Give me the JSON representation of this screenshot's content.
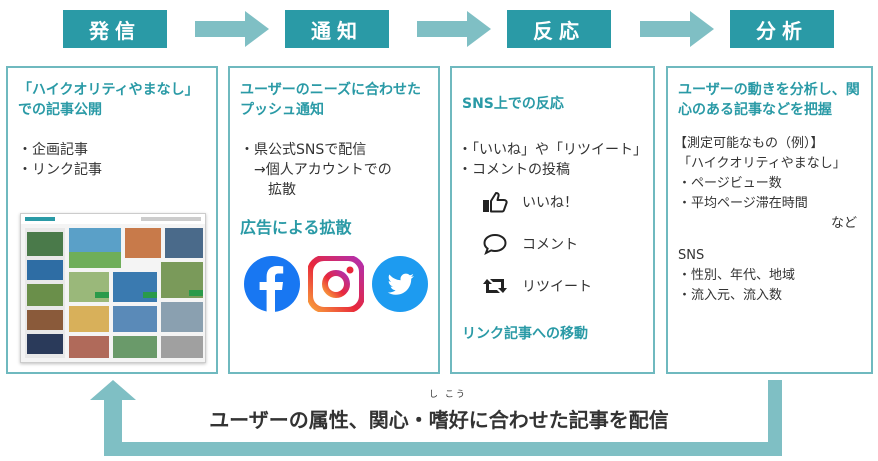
{
  "stages": [
    "発信",
    "通知",
    "反応",
    "分析"
  ],
  "panel1": {
    "heading": "「ハイクオリティやまなし」での記事公開",
    "items": [
      "・企画記事",
      "・リンク記事"
    ]
  },
  "panel2": {
    "heading": "ユーザーのニーズに合わせたプッシュ通知",
    "items": "・県公式SNSで配信\n　→個人アカウントでの\n　　拡散",
    "ad_heading": "広告による拡散",
    "sns_icons": [
      "facebook-icon",
      "instagram-icon",
      "twitter-icon"
    ]
  },
  "panel3": {
    "heading": "SNS上での反応",
    "items": [
      "・「いいね」や「リツイート」",
      "・コメントの投稿"
    ],
    "reactions": [
      "いいね！",
      "コメント",
      "リツイート"
    ],
    "link_heading": "リンク記事への移動"
  },
  "panel4": {
    "heading": "ユーザーの動きを分析し、関心のある記事などを把握",
    "measure_title": "【測定可能なもの（例）】",
    "measure_items": "「ハイクオリティやまなし」\n・ページビュー数\n・平均ページ滞在時間",
    "etc": "など",
    "sns_title": "SNS",
    "sns_items": "・性別、年代、地域\n・流入元、流入数"
  },
  "footer": {
    "text": "ユーザーの属性、関心・嗜好に合わせた記事を配信",
    "ruby": "し こう"
  },
  "colors": {
    "accent": "#2a9aa6",
    "arrow": "#7fbfc4",
    "facebook": "#1877f2",
    "twitter": "#1d9bf0"
  }
}
